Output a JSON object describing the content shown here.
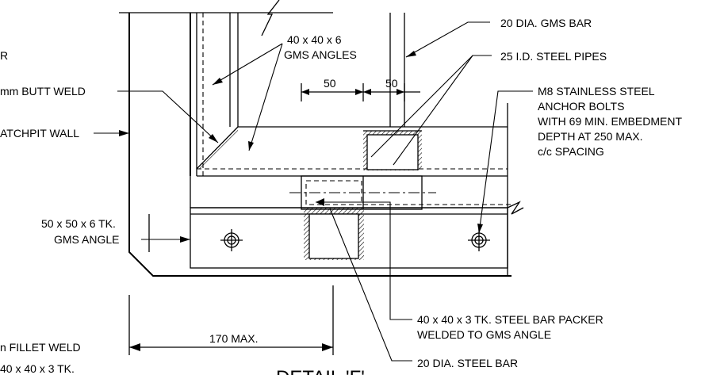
{
  "labels": {
    "gms_bar_20": "20 DIA. GMS BAR",
    "angles_line1": "40 x 40 x 6",
    "angles_line2": "GMS ANGLES",
    "pipes_25": "25 I.D. STEEL PIPES",
    "r_frag": "R",
    "butt_weld": "mm  BUTT WELD",
    "catchpit_wall": "ATCHPIT WALL",
    "anchor_line1": "M8 STAINLESS STEEL",
    "anchor_line2": "ANCHOR BOLTS",
    "anchor_line3": "WITH 69 MIN. EMBEDMENT",
    "anchor_line4": "DEPTH AT 250 MAX.",
    "anchor_line5": "c/c SPACING",
    "angle50_line1": "50 x 50 x 6 TK.",
    "angle50_line2": "GMS ANGLE",
    "packer_line1": "40 x 40 x 3 TK. STEEL BAR PACKER",
    "packer_line2": "WELDED TO GMS ANGLE",
    "fillet_weld": "n  FILLET WELD",
    "bottom_frag": "40 x 40 x 3  TK.",
    "steel_bar_20": "20 DIA. STEEL BAR",
    "detail_title": "DETAIL 'F'"
  },
  "dimensions": {
    "dim_50_left": "50",
    "dim_50_right": "50",
    "dim_170": "170 MAX."
  }
}
